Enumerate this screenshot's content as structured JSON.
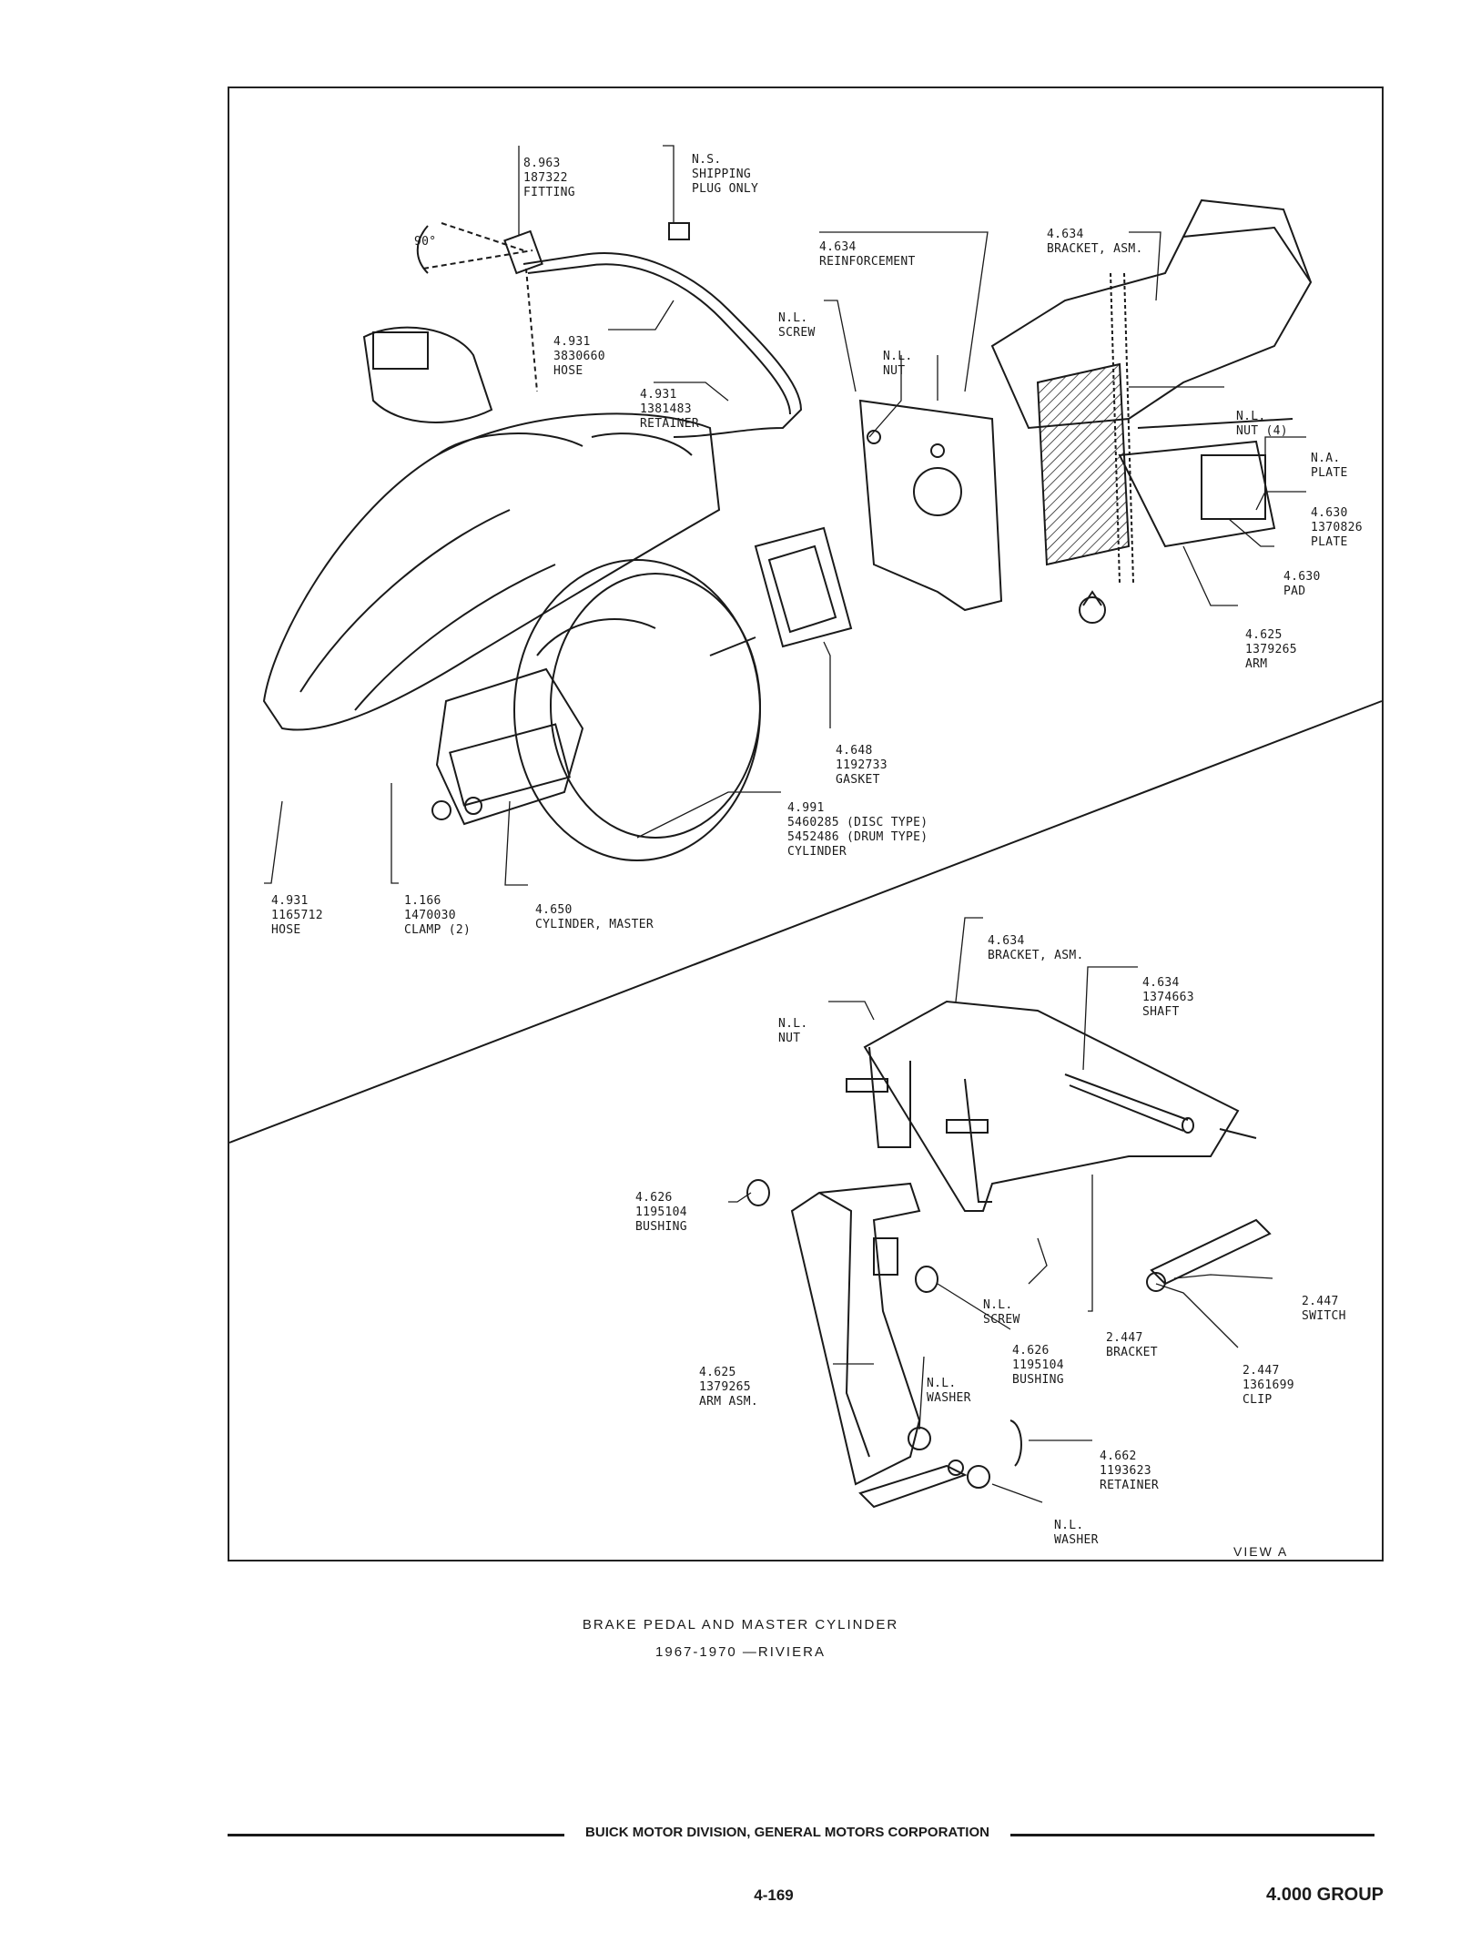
{
  "callouts": {
    "fitting": [
      "8.963",
      "187322",
      "FITTING"
    ],
    "shipping_plug": [
      "N.S.",
      "SHIPPING",
      "PLUG ONLY"
    ],
    "angle": "90°",
    "hose_top": [
      "4.931",
      "3830660",
      "HOSE"
    ],
    "retainer_top": [
      "4.931",
      "1381483",
      "RETAINER"
    ],
    "screw_top": [
      "N.L.",
      "SCREW"
    ],
    "nut_top": [
      "N.L.",
      "NUT"
    ],
    "reinforcement": [
      "4.634",
      "REINFORCEMENT"
    ],
    "bracket_top": [
      "4.634",
      "BRACKET, ASM."
    ],
    "nut4": [
      "N.L.",
      "NUT (4)"
    ],
    "plate_na": [
      "N.A.",
      "PLATE"
    ],
    "plate": [
      "4.630",
      "1370826",
      "PLATE"
    ],
    "pad": [
      "4.630",
      "PAD"
    ],
    "arm_top": [
      "4.625",
      "1379265",
      "ARM"
    ],
    "gasket": [
      "4.648",
      "1192733",
      "GASKET"
    ],
    "cylinder": [
      "4.991",
      "5460285 (DISC TYPE)",
      "5452486 (DRUM TYPE)",
      "CYLINDER"
    ],
    "hose_bottom": [
      "4.931",
      "1165712",
      "HOSE"
    ],
    "clamp": [
      "1.166",
      "1470030",
      "CLAMP (2)"
    ],
    "master": [
      "4.650",
      "CYLINDER, MASTER"
    ],
    "bracket_view": [
      "4.634",
      "BRACKET, ASM."
    ],
    "nut_view": [
      "N.L.",
      "NUT"
    ],
    "shaft": [
      "4.634",
      "1374663",
      "SHAFT"
    ],
    "bushing_left": [
      "4.626",
      "1195104",
      "BUSHING"
    ],
    "screw_view": [
      "N.L.",
      "SCREW"
    ],
    "bushing_right": [
      "4.626",
      "1195104",
      "BUSHING"
    ],
    "arm_asm": [
      "4.625",
      "1379265",
      "ARM ASM."
    ],
    "washer_top": [
      "N.L.",
      "WASHER"
    ],
    "bracket_2447": [
      "2.447",
      "BRACKET"
    ],
    "switch": [
      "2.447",
      "SWITCH"
    ],
    "clip": [
      "2.447",
      "1361699",
      "CLIP"
    ],
    "retainer_view": [
      "4.662",
      "1193623",
      "RETAINER"
    ],
    "washer_bottom": [
      "N.L.",
      "WASHER"
    ],
    "view_a": "VIEW A"
  },
  "caption": {
    "title": "BRAKE PEDAL AND MASTER CYLINDER",
    "subtitle": "1967-1970 —RIVIERA"
  },
  "footer": {
    "division": "BUICK MOTOR DIVISION, GENERAL MOTORS CORPORATION",
    "page": "4-169",
    "group": "4.000 GROUP"
  }
}
